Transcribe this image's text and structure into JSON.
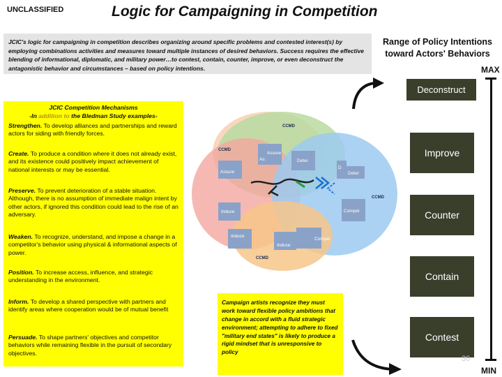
{
  "header": {
    "classification": "UNCLASSIFIED",
    "title": "Logic for Campaigning in Competition"
  },
  "intro": {
    "text": "JCIC's logic for campaigning in competition describes organizing around specific problems and contested interest(s) by employing combinations activities and measures toward multiple instances of desired behaviors. Success requires the effective blending of informational, diplomatic, and military power…to contest, contain, counter, improve, or even deconstruct the antagonistic behavior and circumstances – based on policy intentions."
  },
  "policy_range": {
    "title": "Range of Policy Intentions toward Actors' Behaviors",
    "max_label": "MAX",
    "min_label": "MIN",
    "levels": [
      "Deconstruct",
      "Improve",
      "Counter",
      "Contain",
      "Contest"
    ]
  },
  "mechanisms": {
    "heading_line1": "JCIC Competition Mechanisms",
    "heading_pre": "-In ",
    "heading_highlight": "addition to",
    "heading_post": " the Bledman Study examples-",
    "items": [
      {
        "term": "Strengthen.",
        "text": " To develop alliances and partnerships and reward actors for siding with friendly forces."
      },
      {
        "term": "Create.",
        "text": " To produce a condition where it does not already exist, and its existence could positively impact achievement of national interests or may be essential."
      },
      {
        "term": "Preserve.",
        "text": " To prevent deterioration of a stable situation. Although, there is no assumption of immediate malign intent by other actors, if ignored this condition could lead to the rise of an adversary."
      },
      {
        "term": "Weaken.",
        "text": " To recognize, understand, and impose a change in a competitor's behavior using physical & informational aspects of power."
      },
      {
        "term": "Position.",
        "text": " To increase access, influence, and strategic understanding in the environment."
      },
      {
        "term": "Inform.",
        "text": " To develop a shared perspective with partners and identify areas where cooperation would be of mutual benefit"
      },
      {
        "term": "Persuade.",
        "text": " To shape partners' objectives and competitor behaviors while remaining flexible in the pursuit of secondary objectives."
      }
    ]
  },
  "diagram": {
    "ccmd": "CCMD",
    "assure": "Assure",
    "deter": "Deter",
    "induce": "Induce",
    "compel": "Compel",
    "as": "As",
    "d": "D"
  },
  "artists_note": "Campaign artists recognize they must work toward flexible policy ambitions that change in accord with a fluid strategic environment; attempting to adhere to fixed \"military end states\" is likely to produce a rigid mindset that is unresponsive to policy",
  "page_number": "36",
  "colors": {
    "scale_box": "#3a3f2c",
    "highlight": "#ffff00",
    "circle_red": "#f4a6a0",
    "circle_green": "#b9dba0",
    "circle_blue": "#9ccaf0",
    "circle_orange": "#f7c58a",
    "inner_box": "#8ba2c8"
  },
  "icons": [
    "curved-arrow-up-right-icon",
    "curved-arrow-down-right-icon"
  ]
}
